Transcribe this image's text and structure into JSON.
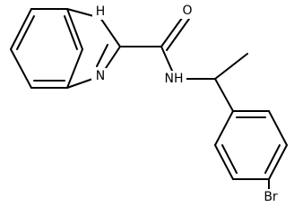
{
  "structure": {
    "atom_labels": {
      "nh": "H",
      "n_imine": "N",
      "o": "O",
      "amide_nh": "NH",
      "br": "Br"
    }
  }
}
